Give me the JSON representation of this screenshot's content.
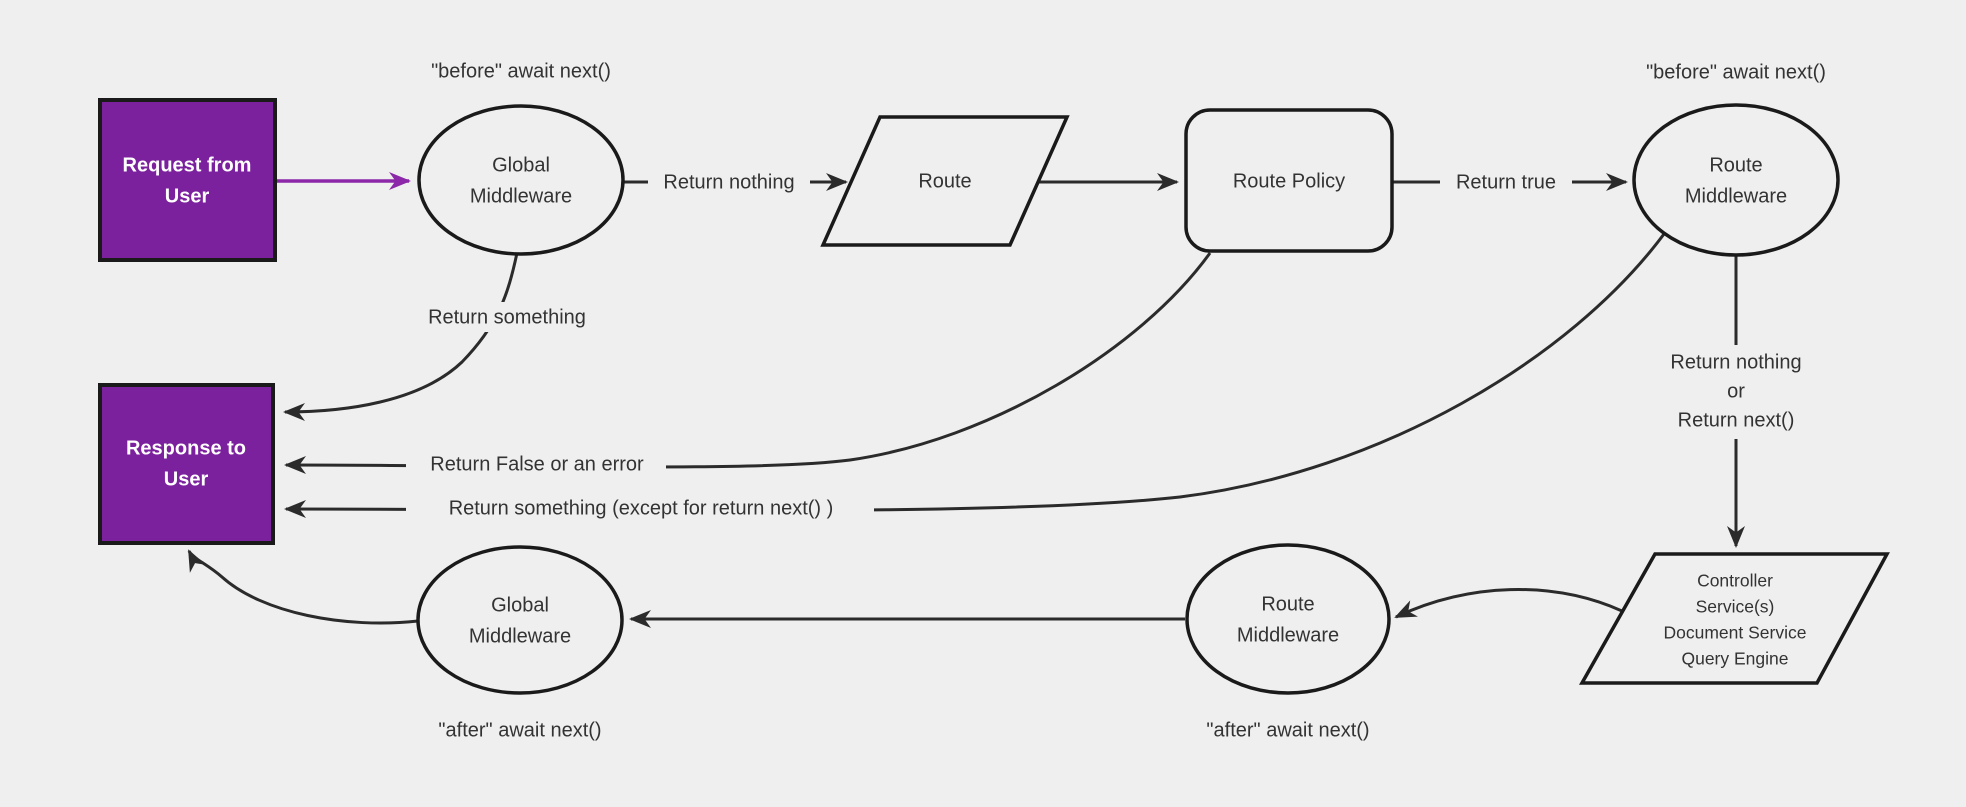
{
  "diagram_title": "Request lifecycle middleware flow",
  "colors": {
    "background": "#efefef",
    "purple_fill": "#7c219e",
    "purple_arrow": "#8b27a8",
    "shape_stroke": "#1a1a1a",
    "edge_stroke": "#2b2b2b",
    "text": "#333333",
    "box_text": "#ffffff"
  },
  "nodes": {
    "request": {
      "lines": [
        "Request from",
        "User"
      ]
    },
    "response": {
      "lines": [
        "Response to",
        "User"
      ]
    },
    "global_mw_top": {
      "lines": [
        "Global",
        "Middleware"
      ]
    },
    "route": {
      "label": "Route"
    },
    "route_policy": {
      "label": "Route Policy"
    },
    "route_mw_top": {
      "lines": [
        "Route",
        "Middleware"
      ]
    },
    "controller": {
      "lines": [
        "Controller",
        "Service(s)",
        "Document Service",
        "Query Engine"
      ]
    },
    "route_mw_bottom": {
      "lines": [
        "Route",
        "Middleware"
      ]
    },
    "global_mw_bottom": {
      "lines": [
        "Global",
        "Middleware"
      ]
    }
  },
  "labels": {
    "before_next_left": "\"before\" await next()",
    "before_next_right": "\"before\" await next()",
    "after_next_left": "\"after\" await next()",
    "after_next_right": "\"after\" await next()",
    "return_nothing": "Return nothing",
    "return_true": "Return true",
    "return_something": "Return something",
    "return_false": "Return False or an error",
    "return_something_except": "Return something (except for return next() )",
    "return_nothing_or": [
      "Return nothing",
      "or",
      "Return next()"
    ]
  }
}
